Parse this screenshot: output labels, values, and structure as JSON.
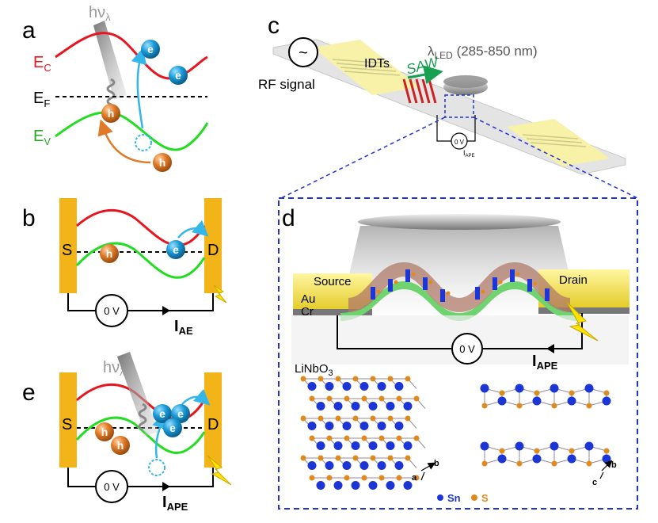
{
  "panels": {
    "a": {
      "letter": "a",
      "photon": "hν",
      "photon_sub": "λ",
      "ec": "E",
      "ec_sub": "C",
      "ef": "E",
      "ef_sub": "F",
      "ev": "E",
      "ev_sub": "V",
      "electron": "e",
      "hole": "h"
    },
    "b": {
      "letter": "b",
      "source": "S",
      "drain": "D",
      "voltage": "0 V",
      "current": "I",
      "current_sub": "AE",
      "electron": "e",
      "hole": "h"
    },
    "c": {
      "letter": "c",
      "rf": "RF signal",
      "idts": "IDTs",
      "saw": "SAW",
      "led": "λ",
      "led_sub": "LED",
      "led_range": " (285-850 nm)",
      "voltage": "0 V",
      "current": "I",
      "current_sub": "APE"
    },
    "d": {
      "letter": "d",
      "source": "Source",
      "drain": "Drain",
      "au": "Au",
      "cr": "Cr",
      "voltage": "0 V",
      "current": "I",
      "current_sub": "APE",
      "substrate": "LiNbO",
      "substrate_sub": "3",
      "axis1_a": "a",
      "axis1_b": "b",
      "axis2_c": "c",
      "axis2_b": "b",
      "legend_sn": "Sn",
      "legend_s": "S"
    },
    "e": {
      "letter": "e",
      "photon": "hν",
      "photon_sub": "λ",
      "source": "S",
      "drain": "D",
      "voltage": "0 V",
      "current": "I",
      "current_sub": "APE",
      "electron": "e",
      "hole": "h"
    }
  },
  "colors": {
    "conduction_band": "#e8141e",
    "valence_band": "#22dd22",
    "electron": "#1a9ad8",
    "hole": "#e07a28",
    "electrode": "#f2b418",
    "sn_atom": "#1c35d6",
    "s_atom": "#e08a1e",
    "saw": "#18a050",
    "dashed_box": "#2233cc"
  }
}
